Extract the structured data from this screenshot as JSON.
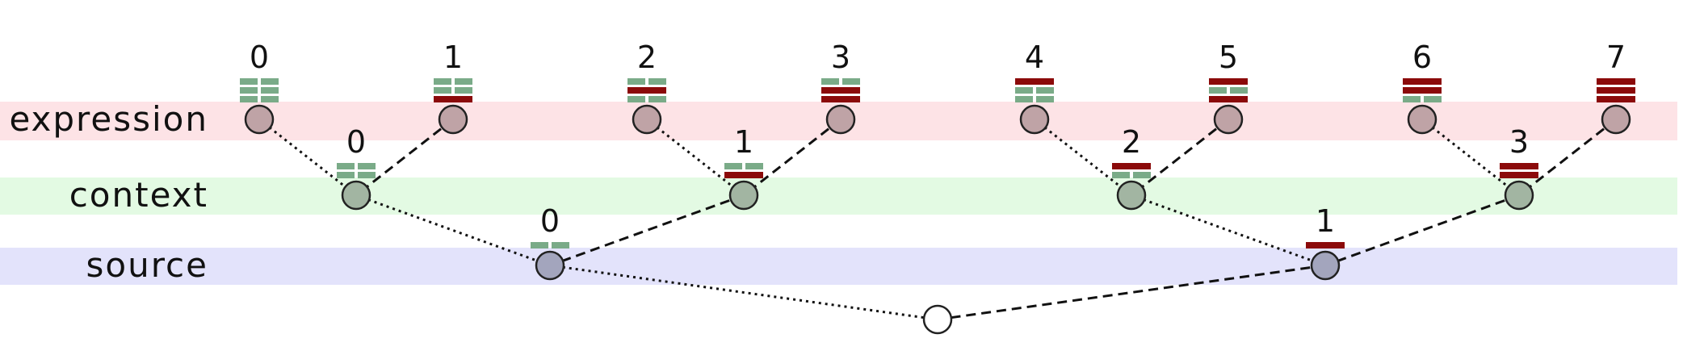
{
  "colors": {
    "expression_band": "#fde3e6",
    "context_band": "#e3fae3",
    "source_band": "#e3e3fb",
    "expression_node": "#bfa3a6",
    "context_node": "#a2b5a2",
    "source_node": "#a3a5bd",
    "root_node": "#ffffff",
    "bit_zero": "#7aab88",
    "bit_one": "#8b0a0a"
  },
  "bands": [
    {
      "id": "expression",
      "label": "expression"
    },
    {
      "id": "context",
      "label": "context"
    },
    {
      "id": "source",
      "label": "source"
    }
  ],
  "tree": {
    "expression": [
      {
        "label": "0",
        "bits": [
          0,
          0,
          0
        ]
      },
      {
        "label": "1",
        "bits": [
          0,
          0,
          1
        ]
      },
      {
        "label": "2",
        "bits": [
          0,
          1,
          0
        ]
      },
      {
        "label": "3",
        "bits": [
          0,
          1,
          1
        ]
      },
      {
        "label": "4",
        "bits": [
          1,
          0,
          0
        ]
      },
      {
        "label": "5",
        "bits": [
          1,
          0,
          1
        ]
      },
      {
        "label": "6",
        "bits": [
          1,
          1,
          0
        ]
      },
      {
        "label": "7",
        "bits": [
          1,
          1,
          1
        ]
      }
    ],
    "context": [
      {
        "label": "0",
        "bits": [
          0,
          0
        ]
      },
      {
        "label": "1",
        "bits": [
          0,
          1
        ]
      },
      {
        "label": "2",
        "bits": [
          1,
          0
        ]
      },
      {
        "label": "3",
        "bits": [
          1,
          1
        ]
      }
    ],
    "source": [
      {
        "label": "0",
        "bits": [
          0
        ]
      },
      {
        "label": "1",
        "bits": [
          1
        ]
      }
    ]
  }
}
